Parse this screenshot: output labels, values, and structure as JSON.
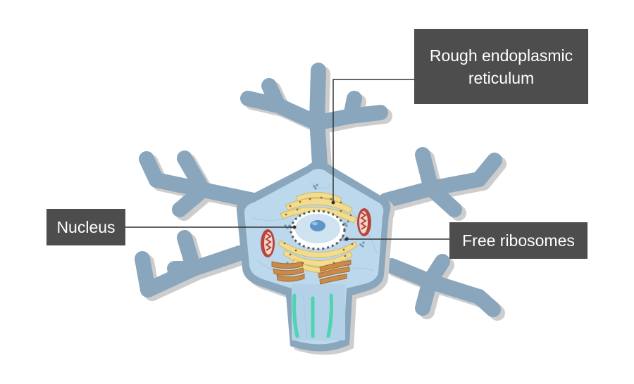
{
  "labels": {
    "rough_er_line1": "Rough endoplasmic",
    "rough_er_line2": "reticulum",
    "nucleus": "Nucleus",
    "free_ribosomes": "Free ribosomes"
  },
  "colors": {
    "neuron_body": "#8aa6bd",
    "neuron_shadow": "#c9c9c9",
    "cytoplasm": "#bcd8ec",
    "er": "#f2dc8f",
    "golgi": "#c98b4a",
    "mitochondria": "#b8443d",
    "nucleus": "#cfe2ef",
    "nucleolus": "#5f94c6",
    "microtubule": "#4fd3b0",
    "label_bg": "#4d4d4d",
    "leader_line": "#333333"
  }
}
